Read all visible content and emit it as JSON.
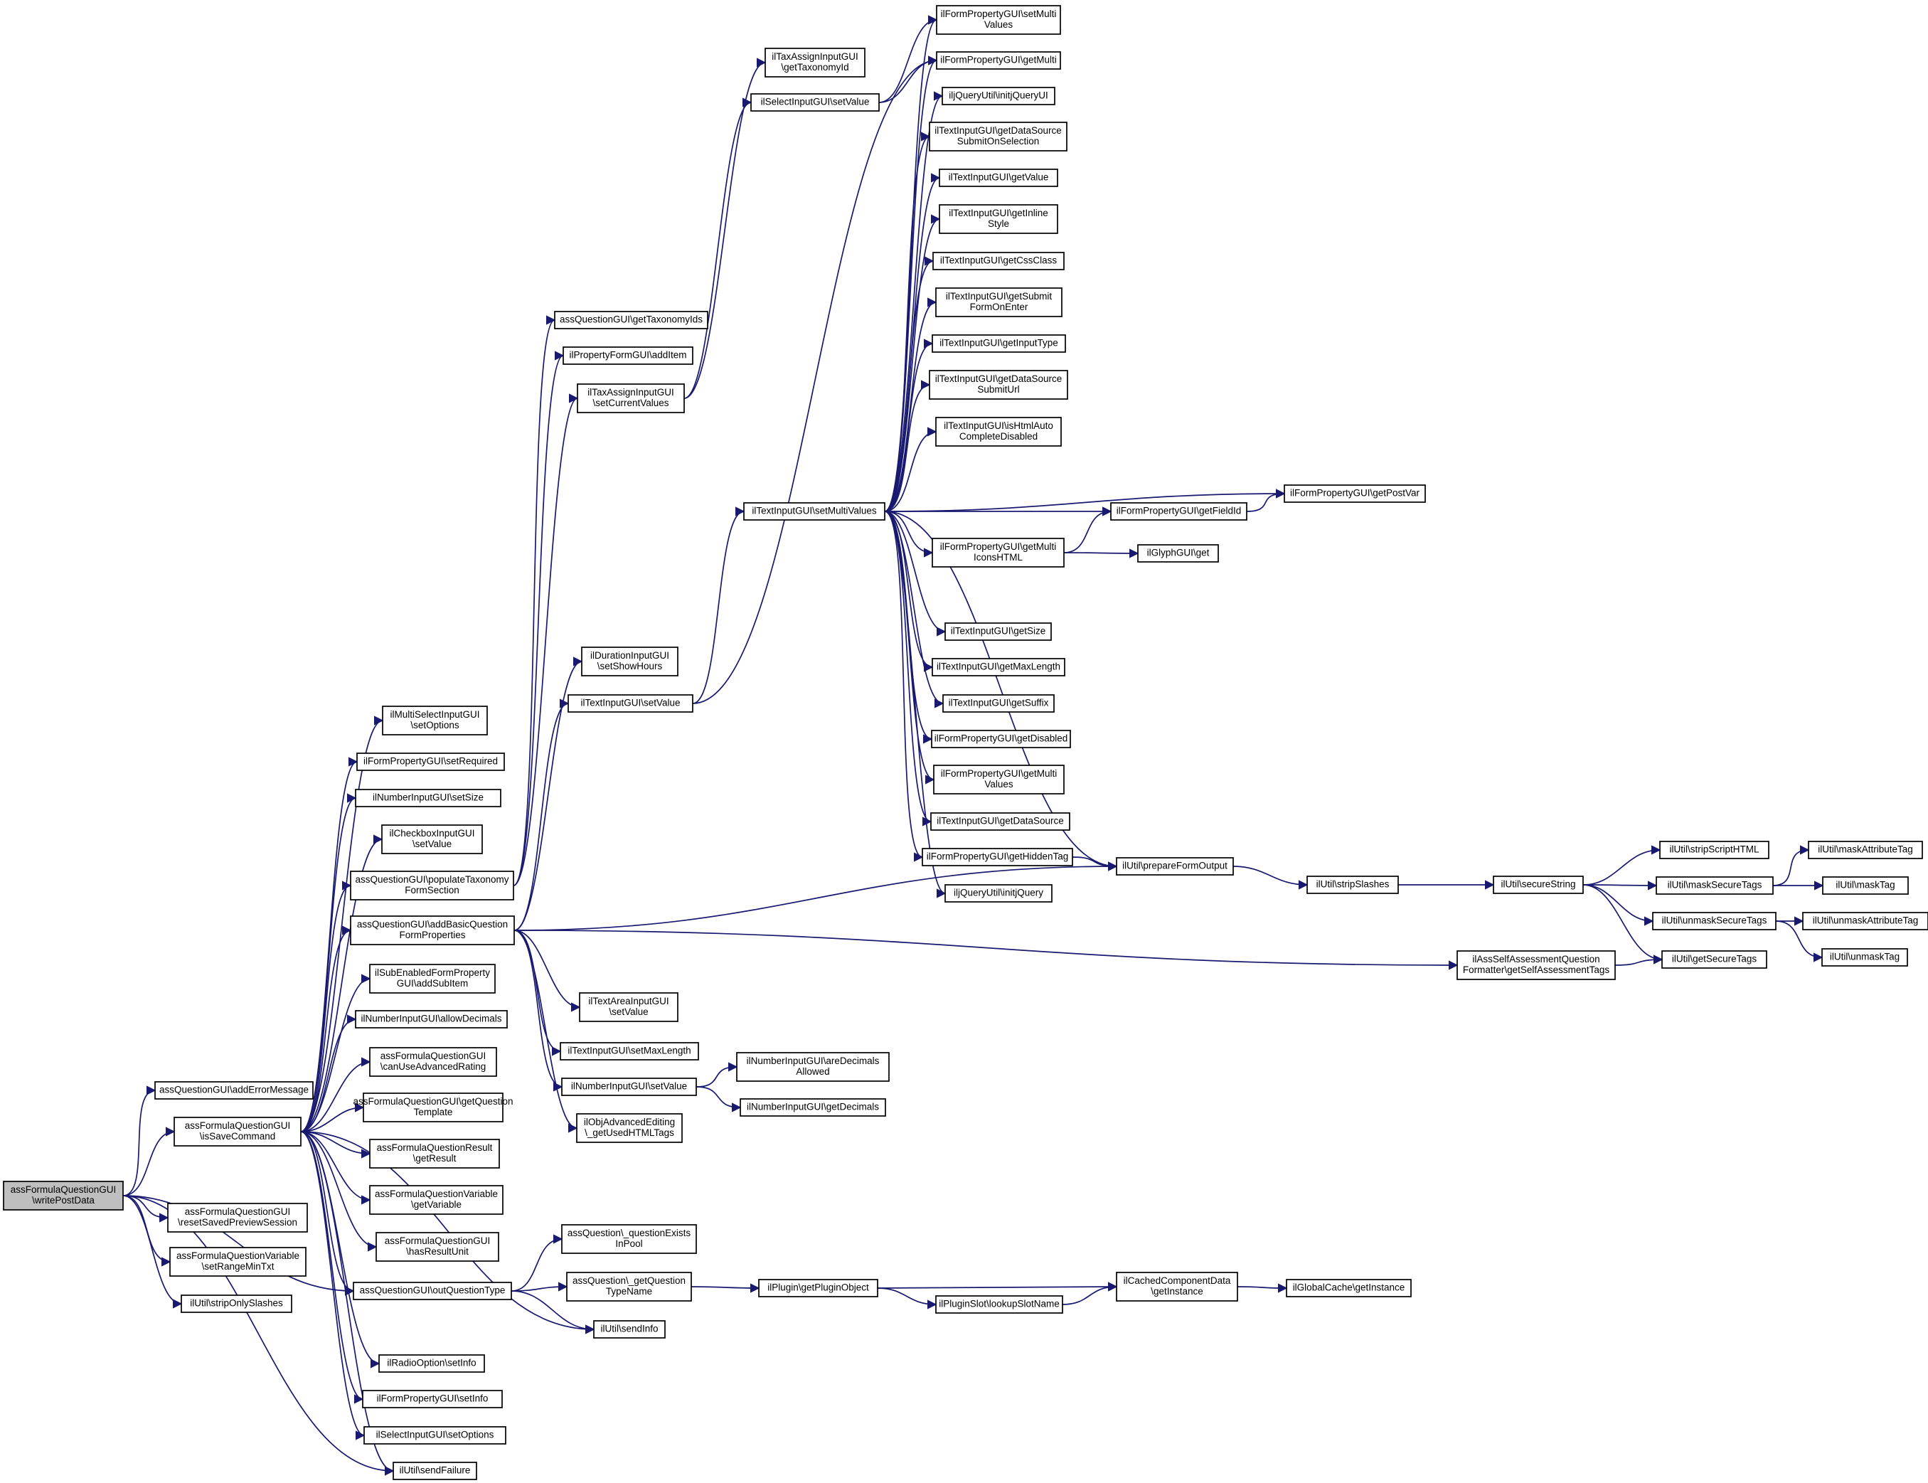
{
  "colors": {
    "edge": "#191970",
    "node_border": "#000000",
    "root_fill": "#bfbfbf",
    "node_fill": "#ffffff"
  },
  "nodes": [
    {
      "id": "n0",
      "lines": [
        "assFormulaQuestionGUI",
        "\\writePostData"
      ],
      "root": true
    },
    {
      "id": "n1",
      "lines": [
        "assQuestionGUI\\addErrorMessage"
      ]
    },
    {
      "id": "n2",
      "lines": [
        "assFormulaQuestionGUI",
        "\\isSaveCommand"
      ]
    },
    {
      "id": "n3",
      "lines": [
        "assFormulaQuestionGUI",
        "\\resetSavedPreviewSession"
      ]
    },
    {
      "id": "n4",
      "lines": [
        "assFormulaQuestionVariable",
        "\\setRangeMinTxt"
      ]
    },
    {
      "id": "n5",
      "lines": [
        "ilUtil\\stripOnlySlashes"
      ]
    },
    {
      "id": "n6",
      "lines": [
        "ilMultiSelectInputGUI",
        "\\setOptions"
      ]
    },
    {
      "id": "n7",
      "lines": [
        "ilFormPropertyGUI\\setRequired"
      ]
    },
    {
      "id": "n8",
      "lines": [
        "ilNumberInputGUI\\setSize"
      ]
    },
    {
      "id": "n9",
      "lines": [
        "ilCheckboxInputGUI",
        "\\setValue"
      ]
    },
    {
      "id": "n10",
      "lines": [
        "assQuestionGUI\\populateTaxonomy",
        "FormSection"
      ]
    },
    {
      "id": "n11",
      "lines": [
        "assQuestionGUI\\addBasicQuestion",
        "FormProperties"
      ]
    },
    {
      "id": "n12",
      "lines": [
        "ilSubEnabledFormProperty",
        "GUI\\addSubItem"
      ]
    },
    {
      "id": "n13",
      "lines": [
        "ilNumberInputGUI\\allowDecimals"
      ]
    },
    {
      "id": "n14",
      "lines": [
        "assFormulaQuestionGUI",
        "\\canUseAdvancedRating"
      ]
    },
    {
      "id": "n15",
      "lines": [
        "assFormulaQuestionGUI\\getQuestion",
        "Template"
      ]
    },
    {
      "id": "n16",
      "lines": [
        "assFormulaQuestionResult",
        "\\getResult"
      ]
    },
    {
      "id": "n17",
      "lines": [
        "assFormulaQuestionVariable",
        "\\getVariable"
      ]
    },
    {
      "id": "n18",
      "lines": [
        "assFormulaQuestionGUI",
        "\\hasResultUnit"
      ]
    },
    {
      "id": "n19",
      "lines": [
        "assQuestionGUI\\outQuestionType"
      ]
    },
    {
      "id": "n20",
      "lines": [
        "ilRadioOption\\setInfo"
      ]
    },
    {
      "id": "n21",
      "lines": [
        "ilFormPropertyGUI\\setInfo"
      ]
    },
    {
      "id": "n22",
      "lines": [
        "ilSelectInputGUI\\setOptions"
      ]
    },
    {
      "id": "n23",
      "lines": [
        "ilUtil\\sendFailure"
      ]
    },
    {
      "id": "n24",
      "lines": [
        "assQuestionGUI\\getTaxonomyIds"
      ]
    },
    {
      "id": "n25",
      "lines": [
        "ilPropertyFormGUI\\addItem"
      ]
    },
    {
      "id": "n26",
      "lines": [
        "ilTaxAssignInputGUI",
        "\\setCurrentValues"
      ]
    },
    {
      "id": "n27",
      "lines": [
        "ilDurationInputGUI",
        "\\setShowHours"
      ]
    },
    {
      "id": "n28",
      "lines": [
        "ilTextInputGUI\\setValue"
      ]
    },
    {
      "id": "n29",
      "lines": [
        "ilTextAreaInputGUI",
        "\\setValue"
      ]
    },
    {
      "id": "n30",
      "lines": [
        "ilTextInputGUI\\setMaxLength"
      ]
    },
    {
      "id": "n31",
      "lines": [
        "ilNumberInputGUI\\setValue"
      ]
    },
    {
      "id": "n32",
      "lines": [
        "ilObjAdvancedEditing",
        "\\_getUsedHTMLTags"
      ]
    },
    {
      "id": "n33",
      "lines": [
        "assQuestion\\_questionExists",
        "InPool"
      ]
    },
    {
      "id": "n34",
      "lines": [
        "assQuestion\\_getQuestion",
        "TypeName"
      ]
    },
    {
      "id": "n35",
      "lines": [
        "ilUtil\\sendInfo"
      ]
    },
    {
      "id": "n36",
      "lines": [
        "ilTaxAssignInputGUI",
        "\\getTaxonomyId"
      ]
    },
    {
      "id": "n37",
      "lines": [
        "ilSelectInputGUI\\setValue"
      ]
    },
    {
      "id": "n38",
      "lines": [
        "ilTextInputGUI\\setMultiValues"
      ]
    },
    {
      "id": "n39",
      "lines": [
        "ilNumberInputGUI\\areDecimals",
        "Allowed"
      ]
    },
    {
      "id": "n40",
      "lines": [
        "ilNumberInputGUI\\getDecimals"
      ]
    },
    {
      "id": "n41",
      "lines": [
        "ilPlugin\\getPluginObject"
      ]
    },
    {
      "id": "n42",
      "lines": [
        "ilPluginSlot\\lookupSlotName"
      ]
    },
    {
      "id": "n43",
      "lines": [
        "ilFormPropertyGUI\\setMulti",
        "Values"
      ]
    },
    {
      "id": "n44",
      "lines": [
        "ilFormPropertyGUI\\getMulti"
      ]
    },
    {
      "id": "n45",
      "lines": [
        "iljQueryUtil\\initjQueryUI"
      ]
    },
    {
      "id": "n46",
      "lines": [
        "ilTextInputGUI\\getDataSource",
        "SubmitOnSelection"
      ]
    },
    {
      "id": "n47",
      "lines": [
        "ilTextInputGUI\\getValue"
      ]
    },
    {
      "id": "n48",
      "lines": [
        "ilTextInputGUI\\getInline",
        "Style"
      ]
    },
    {
      "id": "n49",
      "lines": [
        "ilTextInputGUI\\getCssClass"
      ]
    },
    {
      "id": "n50",
      "lines": [
        "ilTextInputGUI\\getSubmit",
        "FormOnEnter"
      ]
    },
    {
      "id": "n51",
      "lines": [
        "ilTextInputGUI\\getInputType"
      ]
    },
    {
      "id": "n52",
      "lines": [
        "ilTextInputGUI\\getDataSource",
        "SubmitUrl"
      ]
    },
    {
      "id": "n53",
      "lines": [
        "ilTextInputGUI\\isHtmlAuto",
        "CompleteDisabled"
      ]
    },
    {
      "id": "n54",
      "lines": [
        "ilFormPropertyGUI\\getFieldId"
      ]
    },
    {
      "id": "n55",
      "lines": [
        "ilFormPropertyGUI\\getPostVar"
      ]
    },
    {
      "id": "n56",
      "lines": [
        "ilFormPropertyGUI\\getMulti",
        "IconsHTML"
      ]
    },
    {
      "id": "n57",
      "lines": [
        "ilGlyphGUI\\get"
      ]
    },
    {
      "id": "n58",
      "lines": [
        "ilTextInputGUI\\getSize"
      ]
    },
    {
      "id": "n59",
      "lines": [
        "ilTextInputGUI\\getMaxLength"
      ]
    },
    {
      "id": "n60",
      "lines": [
        "ilTextInputGUI\\getSuffix"
      ]
    },
    {
      "id": "n61",
      "lines": [
        "ilFormPropertyGUI\\getDisabled"
      ]
    },
    {
      "id": "n62",
      "lines": [
        "ilFormPropertyGUI\\getMulti",
        "Values"
      ]
    },
    {
      "id": "n63",
      "lines": [
        "ilTextInputGUI\\getDataSource"
      ]
    },
    {
      "id": "n64",
      "lines": [
        "ilFormPropertyGUI\\getHiddenTag"
      ]
    },
    {
      "id": "n65",
      "lines": [
        "iljQueryUtil\\initjQuery"
      ]
    },
    {
      "id": "n66",
      "lines": [
        "ilUtil\\prepareFormOutput"
      ]
    },
    {
      "id": "n67",
      "lines": [
        "ilUtil\\stripSlashes"
      ]
    },
    {
      "id": "n68",
      "lines": [
        "ilUtil\\secureString"
      ]
    },
    {
      "id": "n69",
      "lines": [
        "ilUtil\\stripScriptHTML"
      ]
    },
    {
      "id": "n70",
      "lines": [
        "ilUtil\\maskSecureTags"
      ]
    },
    {
      "id": "n71",
      "lines": [
        "ilUtil\\unmaskSecureTags"
      ]
    },
    {
      "id": "n72",
      "lines": [
        "ilUtil\\getSecureTags"
      ]
    },
    {
      "id": "n73",
      "lines": [
        "ilUtil\\maskAttributeTag"
      ]
    },
    {
      "id": "n74",
      "lines": [
        "ilUtil\\maskTag"
      ]
    },
    {
      "id": "n75",
      "lines": [
        "ilUtil\\unmaskAttributeTag"
      ]
    },
    {
      "id": "n76",
      "lines": [
        "ilUtil\\unmaskTag"
      ]
    },
    {
      "id": "n77",
      "lines": [
        "ilAssSelfAssessmentQuestion",
        "Formatter\\getSelfAssessmentTags"
      ]
    },
    {
      "id": "n78",
      "lines": [
        "ilCachedComponentData",
        "\\getInstance"
      ]
    },
    {
      "id": "n79",
      "lines": [
        "ilGlobalCache\\getInstance"
      ]
    }
  ],
  "edges": [
    [
      "n0",
      "n1"
    ],
    [
      "n0",
      "n2"
    ],
    [
      "n0",
      "n3"
    ],
    [
      "n0",
      "n4"
    ],
    [
      "n0",
      "n5"
    ],
    [
      "n0",
      "n19"
    ],
    [
      "n0",
      "n23"
    ],
    [
      "n2",
      "n6"
    ],
    [
      "n2",
      "n7"
    ],
    [
      "n2",
      "n8"
    ],
    [
      "n2",
      "n9"
    ],
    [
      "n2",
      "n10"
    ],
    [
      "n2",
      "n11"
    ],
    [
      "n2",
      "n12"
    ],
    [
      "n2",
      "n13"
    ],
    [
      "n2",
      "n14"
    ],
    [
      "n2",
      "n15"
    ],
    [
      "n2",
      "n16"
    ],
    [
      "n2",
      "n17"
    ],
    [
      "n2",
      "n18"
    ],
    [
      "n2",
      "n19"
    ],
    [
      "n2",
      "n20"
    ],
    [
      "n2",
      "n21"
    ],
    [
      "n2",
      "n22"
    ],
    [
      "n2",
      "n23"
    ],
    [
      "n10",
      "n24"
    ],
    [
      "n10",
      "n25"
    ],
    [
      "n10",
      "n26"
    ],
    [
      "n26",
      "n36"
    ],
    [
      "n26",
      "n37"
    ],
    [
      "n37",
      "n43"
    ],
    [
      "n37",
      "n44"
    ],
    [
      "n11",
      "n27"
    ],
    [
      "n11",
      "n28"
    ],
    [
      "n11",
      "n29"
    ],
    [
      "n11",
      "n30"
    ],
    [
      "n11",
      "n31"
    ],
    [
      "n11",
      "n32"
    ],
    [
      "n11",
      "n66"
    ],
    [
      "n11",
      "n77"
    ],
    [
      "n28",
      "n38"
    ],
    [
      "n28",
      "n44"
    ],
    [
      "n38",
      "n43"
    ],
    [
      "n38",
      "n44"
    ],
    [
      "n38",
      "n45"
    ],
    [
      "n38",
      "n46"
    ],
    [
      "n38",
      "n47"
    ],
    [
      "n38",
      "n48"
    ],
    [
      "n38",
      "n49"
    ],
    [
      "n38",
      "n50"
    ],
    [
      "n38",
      "n51"
    ],
    [
      "n38",
      "n52"
    ],
    [
      "n38",
      "n53"
    ],
    [
      "n38",
      "n54"
    ],
    [
      "n38",
      "n55"
    ],
    [
      "n38",
      "n56"
    ],
    [
      "n38",
      "n58"
    ],
    [
      "n38",
      "n59"
    ],
    [
      "n38",
      "n60"
    ],
    [
      "n38",
      "n61"
    ],
    [
      "n38",
      "n62"
    ],
    [
      "n38",
      "n63"
    ],
    [
      "n38",
      "n64"
    ],
    [
      "n38",
      "n65"
    ],
    [
      "n38",
      "n66"
    ],
    [
      "n54",
      "n55"
    ],
    [
      "n56",
      "n54"
    ],
    [
      "n56",
      "n57"
    ],
    [
      "n64",
      "n66"
    ],
    [
      "n66",
      "n67"
    ],
    [
      "n67",
      "n68"
    ],
    [
      "n68",
      "n69"
    ],
    [
      "n68",
      "n70"
    ],
    [
      "n68",
      "n71"
    ],
    [
      "n68",
      "n72"
    ],
    [
      "n70",
      "n73"
    ],
    [
      "n70",
      "n74"
    ],
    [
      "n71",
      "n75"
    ],
    [
      "n71",
      "n76"
    ],
    [
      "n77",
      "n72"
    ],
    [
      "n31",
      "n39"
    ],
    [
      "n31",
      "n40"
    ],
    [
      "n19",
      "n33"
    ],
    [
      "n19",
      "n34"
    ],
    [
      "n19",
      "n35"
    ],
    [
      "n34",
      "n41"
    ],
    [
      "n41",
      "n78"
    ],
    [
      "n41",
      "n42"
    ],
    [
      "n42",
      "n78"
    ],
    [
      "n78",
      "n79"
    ],
    [
      "n2",
      "n35"
    ]
  ]
}
